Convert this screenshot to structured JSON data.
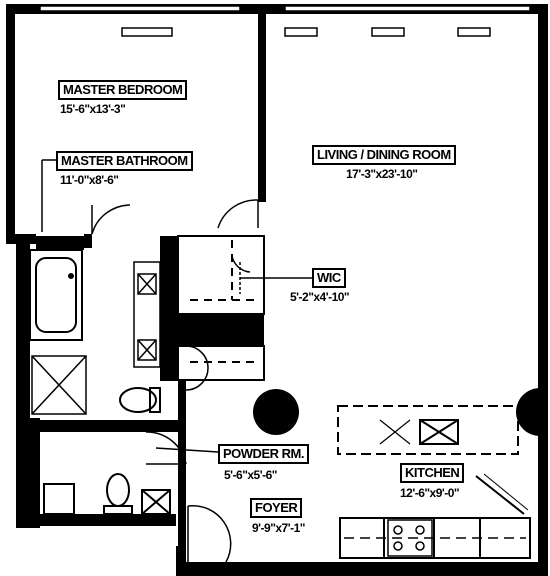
{
  "rooms": {
    "master_bedroom": {
      "name": "MASTER BEDROOM",
      "size": "15'-6\"x13'-3\""
    },
    "master_bathroom": {
      "name": "MASTER BATHROOM",
      "size": "11'-0\"x8'-6\""
    },
    "living_dining": {
      "name": "LIVING / DINING ROOM",
      "size": "17'-3\"x23'-10\""
    },
    "wic": {
      "name": "WIC",
      "size": "5'-2\"x4'-10\""
    },
    "powder": {
      "name": "POWDER RM.",
      "size": "5'-6\"x5'-6\""
    },
    "kitchen": {
      "name": "KITCHEN",
      "size": "12'-6\"x9'-0\""
    },
    "foyer": {
      "name": "FOYER",
      "size": "9'-9\"x7'-1\""
    }
  },
  "colors": {
    "wall": "#000000",
    "background": "#ffffff"
  },
  "icons": {
    "entry": "entry-arrow-icon"
  }
}
